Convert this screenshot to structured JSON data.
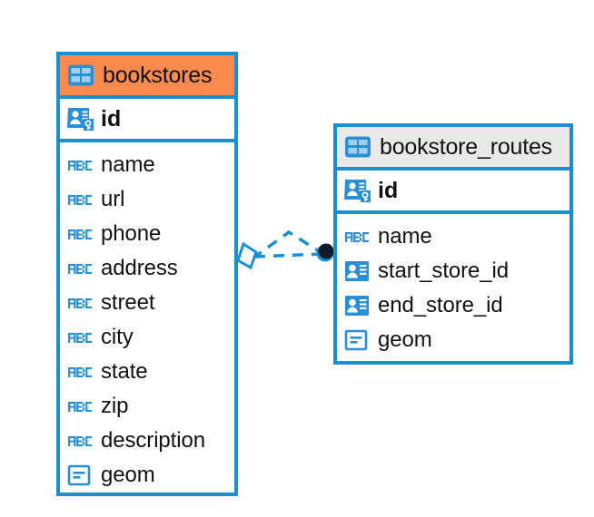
{
  "diagram": {
    "type": "entity-relationship-diagram",
    "background_color": "#ffffff",
    "accent_color": "#1a8fd1",
    "entities": [
      {
        "name": "bookstores",
        "header_color": "#fb8a4e",
        "header_icon": "table-icon",
        "primary_key": {
          "label": "id",
          "icon": "primary-key-icon"
        },
        "attributes": [
          {
            "label": "name",
            "icon": "abc-text-icon"
          },
          {
            "label": "url",
            "icon": "abc-text-icon"
          },
          {
            "label": "phone",
            "icon": "abc-text-icon"
          },
          {
            "label": "address",
            "icon": "abc-text-icon"
          },
          {
            "label": "street",
            "icon": "abc-text-icon"
          },
          {
            "label": "city",
            "icon": "abc-text-icon"
          },
          {
            "label": "state",
            "icon": "abc-text-icon"
          },
          {
            "label": "zip",
            "icon": "abc-text-icon"
          },
          {
            "label": "description",
            "icon": "abc-text-icon"
          },
          {
            "label": "geom",
            "icon": "geometry-icon"
          }
        ]
      },
      {
        "name": "bookstore_routes",
        "header_color": "#e9e9e9",
        "header_icon": "table-icon",
        "primary_key": {
          "label": "id",
          "icon": "primary-key-icon"
        },
        "attributes": [
          {
            "label": "name",
            "icon": "abc-text-icon"
          },
          {
            "label": "start_store_id",
            "icon": "foreign-key-icon"
          },
          {
            "label": "end_store_id",
            "icon": "foreign-key-icon"
          },
          {
            "label": "geom",
            "icon": "geometry-icon"
          }
        ]
      }
    ],
    "relationship": {
      "line_style": "dashed",
      "line_color": "#1a8fd1",
      "source_endpoint": "diamond",
      "target_endpoint": "filled-circle",
      "target_endpoint_color": "#0d1b2a",
      "connection_count": 2
    }
  }
}
